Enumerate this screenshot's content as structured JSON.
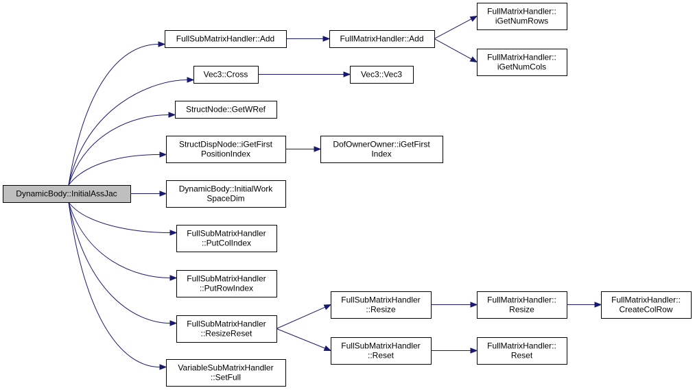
{
  "graph": {
    "nodes": [
      {
        "id": "root",
        "lines": [
          "DynamicBody::InitialAssJac"
        ],
        "root": true
      },
      {
        "id": "fsmhAdd",
        "lines": [
          "FullSubMatrixHandler::Add"
        ]
      },
      {
        "id": "cross",
        "lines": [
          "Vec3::Cross"
        ]
      },
      {
        "id": "getw",
        "lines": [
          "StructNode::GetWRef"
        ]
      },
      {
        "id": "sdn",
        "lines": [
          "StructDispNode::iGetFirst",
          "PositionIndex"
        ]
      },
      {
        "id": "dbiw",
        "lines": [
          "DynamicBody::InitialWork",
          "SpaceDim"
        ]
      },
      {
        "id": "putcol",
        "lines": [
          "FullSubMatrixHandler",
          "::PutColIndex"
        ]
      },
      {
        "id": "putrow",
        "lines": [
          "FullSubMatrixHandler",
          "::PutRowIndex"
        ]
      },
      {
        "id": "resreset",
        "lines": [
          "FullSubMatrixHandler",
          "::ResizeReset"
        ]
      },
      {
        "id": "setfull",
        "lines": [
          "VariableSubMatrixHandler",
          "::SetFull"
        ]
      },
      {
        "id": "fmhAdd",
        "lines": [
          "FullMatrixHandler::Add"
        ]
      },
      {
        "id": "vec3",
        "lines": [
          "Vec3::Vec3"
        ]
      },
      {
        "id": "doo",
        "lines": [
          "DofOwnerOwner::iGetFirst",
          "Index"
        ]
      },
      {
        "id": "fsmResize",
        "lines": [
          "FullSubMatrixHandler",
          "::Resize"
        ]
      },
      {
        "id": "fsmReset",
        "lines": [
          "FullSubMatrixHandler",
          "::Reset"
        ]
      },
      {
        "id": "rows",
        "lines": [
          "FullMatrixHandler::",
          "iGetNumRows"
        ]
      },
      {
        "id": "cols",
        "lines": [
          "FullMatrixHandler::",
          "iGetNumCols"
        ]
      },
      {
        "id": "fmResize",
        "lines": [
          "FullMatrixHandler::",
          "Resize"
        ]
      },
      {
        "id": "fmReset",
        "lines": [
          "FullMatrixHandler::",
          "Reset"
        ]
      },
      {
        "id": "ccr",
        "lines": [
          "FullMatrixHandler::",
          "CreateColRow"
        ]
      }
    ],
    "edges": [
      {
        "from": "root",
        "to": "fsmhAdd"
      },
      {
        "from": "root",
        "to": "cross"
      },
      {
        "from": "root",
        "to": "getw"
      },
      {
        "from": "root",
        "to": "sdn"
      },
      {
        "from": "root",
        "to": "dbiw"
      },
      {
        "from": "root",
        "to": "putcol"
      },
      {
        "from": "root",
        "to": "putrow"
      },
      {
        "from": "root",
        "to": "resreset"
      },
      {
        "from": "root",
        "to": "setfull"
      },
      {
        "from": "fsmhAdd",
        "to": "fmhAdd"
      },
      {
        "from": "fmhAdd",
        "to": "rows"
      },
      {
        "from": "fmhAdd",
        "to": "cols"
      },
      {
        "from": "cross",
        "to": "vec3"
      },
      {
        "from": "sdn",
        "to": "doo"
      },
      {
        "from": "resreset",
        "to": "fsmResize"
      },
      {
        "from": "resreset",
        "to": "fsmReset"
      },
      {
        "from": "fsmResize",
        "to": "fmResize"
      },
      {
        "from": "fmResize",
        "to": "ccr"
      },
      {
        "from": "fsmReset",
        "to": "fmReset"
      }
    ],
    "colors": {
      "edge": "#191970",
      "root_fill": "#bfbfbf",
      "node_fill": "#ffffff",
      "border": "#000000"
    }
  }
}
